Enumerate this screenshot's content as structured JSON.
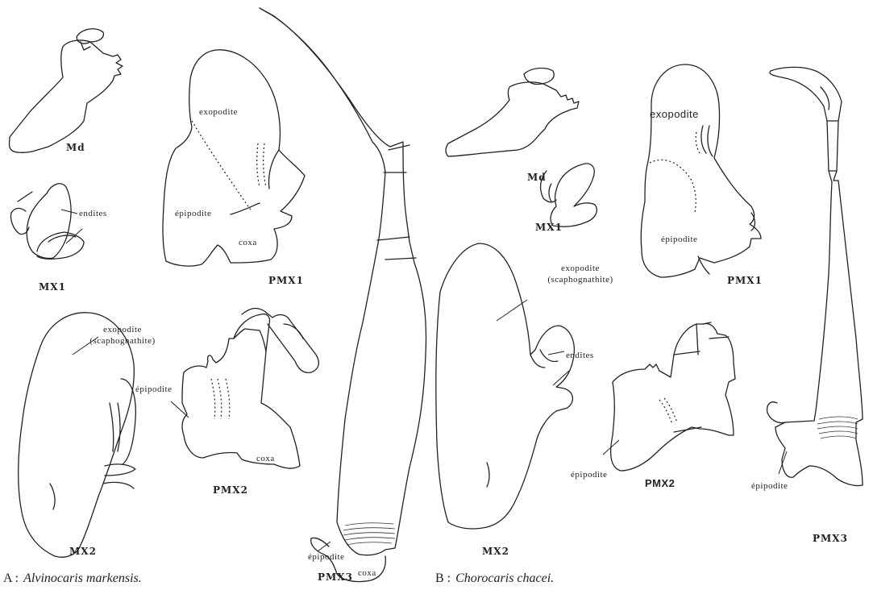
{
  "panels": {
    "A": {
      "caption_letter": "A :",
      "caption_species": "Alvinocaris markensis.",
      "appendages": {
        "md": "Md",
        "mx1": "MX1",
        "mx2": "MX2",
        "pmx1": "PMX1",
        "pmx2": "PMX2",
        "pmx3": "PMX3"
      },
      "labels": {
        "endites": "endites",
        "exopodite": "exopodite",
        "epipodite_pmx1": "épipodite",
        "coxa_pmx1": "coxa",
        "exopodite_mx2": "exopodite",
        "scaphognathite_mx2": "(scaphognathite)",
        "epipodite_pmx2": "épipodite",
        "coxa_pmx2": "coxa",
        "epipodite_pmx3": "épipodite",
        "coxa_pmx3": "coxa"
      }
    },
    "B": {
      "caption_letter": "B :",
      "caption_species": "Chorocaris chacei.",
      "appendages": {
        "md": "Md",
        "mx1": "MX1",
        "mx2": "MX2",
        "pmx1": "PMX1",
        "pmx2": "PMX2",
        "pmx3": "PMX3"
      },
      "labels": {
        "exopodite_pmx1": "exopodite",
        "epipodite_pmx1": "épipodite",
        "exopodite_mx2": "exopodite",
        "scaphognathite_mx2": "(scaphognathite)",
        "endites": "endites",
        "epipodite_pmx2": "épipodite",
        "epipodite_pmx3": "épipodite"
      }
    }
  }
}
